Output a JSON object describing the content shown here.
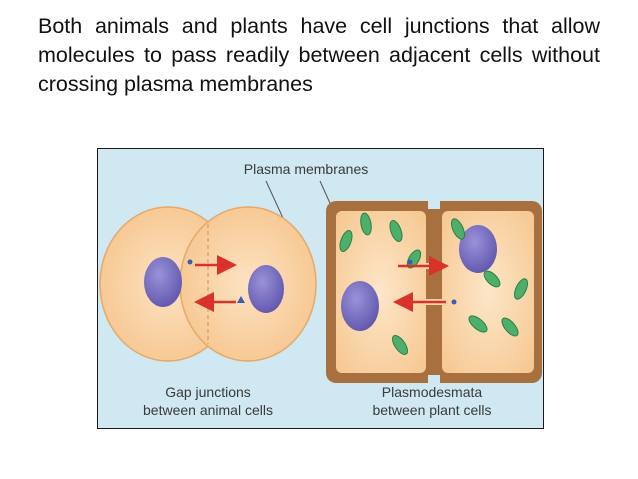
{
  "slide": {
    "text": "Both animals and plants have cell junctions that allow molecules to pass readily between adjacent cells without crossing plasma membranes"
  },
  "figure": {
    "label_plasma": "Plasma membranes",
    "label_gap_1": "Gap junctions",
    "label_gap_2": "between animal cells",
    "label_plasmo_1": "Plasmodesmata",
    "label_plasmo_2": "between plant cells"
  },
  "colors": {
    "background": "#cfe8f1",
    "animal_cell": "#fbd4a6",
    "plant_wall": "#a8703f",
    "plant_cytoplasm": "#fbd8ad",
    "nucleus": "#7d74c6",
    "chloroplast": "#4cb06a",
    "arrow": "#d8322a"
  }
}
